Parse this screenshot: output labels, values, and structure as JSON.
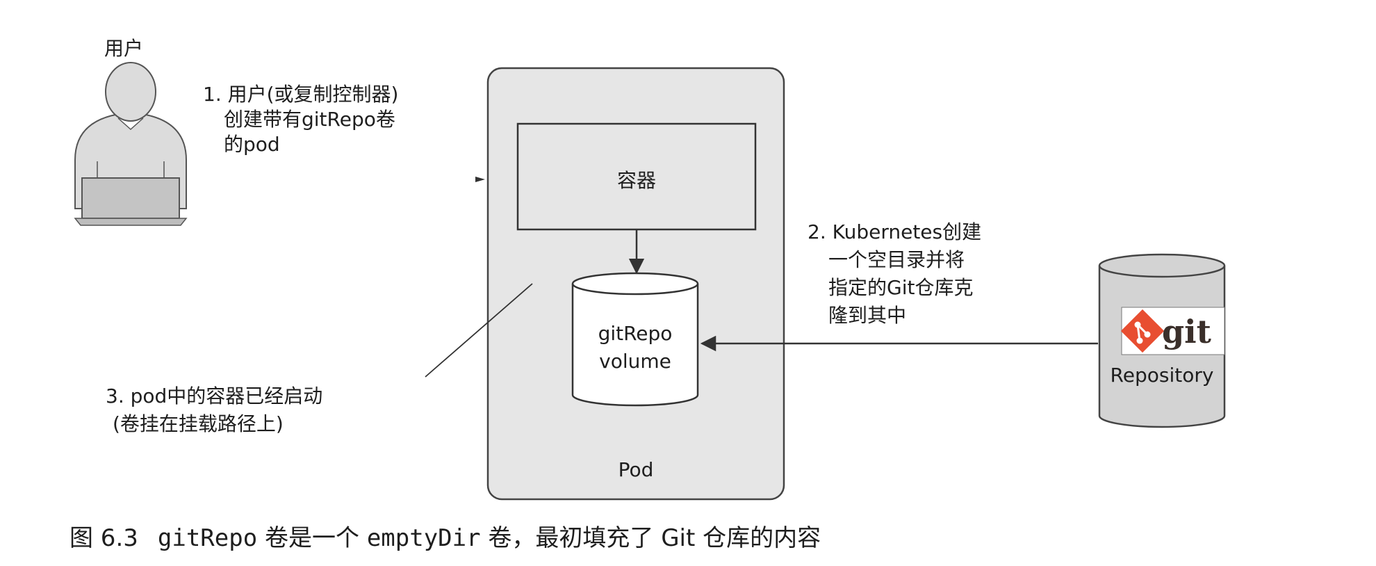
{
  "user": {
    "label": "用户"
  },
  "step1": {
    "lines": [
      "1. 用户(或复制控制器)",
      "创建带有gitRepo卷",
      "的pod"
    ]
  },
  "pod": {
    "label": "Pod",
    "container_label": "容器",
    "volume_lines": [
      "gitRepo",
      "volume"
    ]
  },
  "step2": {
    "lines": [
      "2. Kubernetes创建",
      "一个空目录并将",
      "指定的Git仓库克",
      "隆到其中"
    ]
  },
  "repository": {
    "logo_text": "git",
    "label": "Repository"
  },
  "step3": {
    "lines": [
      "3. pod中的容器已经启动",
      "(卷挂在挂载路径上)"
    ]
  },
  "caption": {
    "figure_no": "图 6.3",
    "term1": "gitRepo",
    "mid1": "卷是一个",
    "term2": "emptyDir",
    "mid2": "卷，最初填充了 Git 仓库的内容"
  },
  "colors": {
    "pod_fill": "#e6e6e6",
    "pod_stroke": "#444444",
    "repo_fill": "#d3d3d3",
    "user_fill": "#dcdcdc",
    "git_orange": "#e84e31"
  }
}
